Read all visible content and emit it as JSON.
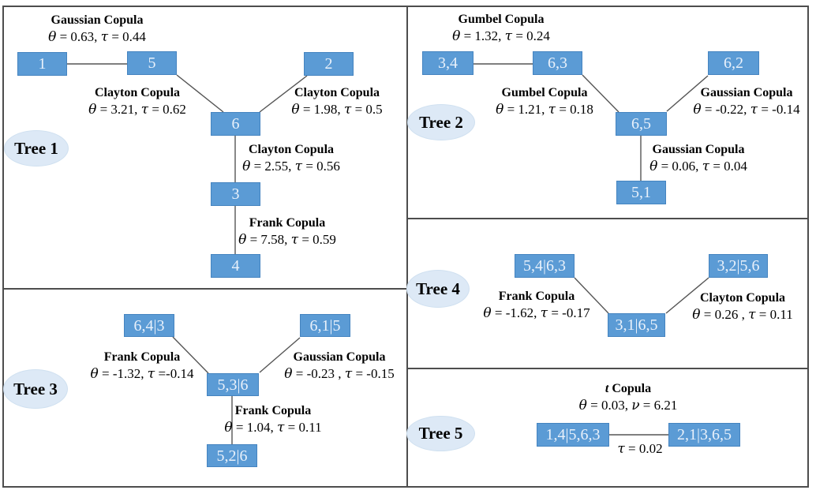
{
  "figure": {
    "kind": "vine-copula-tree-diagram"
  },
  "trees": [
    {
      "label": "Tree 1",
      "nodes": [
        "1",
        "5",
        "2",
        "6",
        "3",
        "4"
      ],
      "edges": [
        {
          "connects": "1-5",
          "name": "Gaussian Copula",
          "params": "θ = 0.63, τ = 0.44"
        },
        {
          "connects": "5-6",
          "name": "Clayton Copula",
          "params": "θ = 3.21, τ = 0.62"
        },
        {
          "connects": "2-6",
          "name": "Clayton Copula",
          "params": "θ = 1.98, τ = 0.5"
        },
        {
          "connects": "6-3",
          "name": "Clayton Copula",
          "params": "θ = 2.55, τ = 0.56"
        },
        {
          "connects": "3-4",
          "name": "Frank Copula",
          "params": "θ = 7.58, τ = 0.59"
        }
      ]
    },
    {
      "label": "Tree 2",
      "nodes": [
        "3,4",
        "6,3",
        "6,2",
        "6,5",
        "5,1"
      ],
      "edges": [
        {
          "connects": "3,4-6,3",
          "name": "Gumbel Copula",
          "params": "θ = 1.32, τ = 0.24"
        },
        {
          "connects": "6,3-6,5",
          "name": "Gumbel Copula",
          "params": "θ = 1.21, τ = 0.18"
        },
        {
          "connects": "6,2-6,5",
          "name": "Gaussian Copula",
          "params": "θ = -0.22, τ = -0.14"
        },
        {
          "connects": "6,5-5,1",
          "name": "Gaussian Copula",
          "params": "θ = 0.06, τ = 0.04"
        }
      ]
    },
    {
      "label": "Tree 3",
      "nodes": [
        "6,4|3",
        "6,1|5",
        "5,3|6",
        "5,2|6"
      ],
      "edges": [
        {
          "connects": "6,4|3-5,3|6",
          "name": "Frank Copula",
          "params": "θ = -1.32, τ =-0.14"
        },
        {
          "connects": "6,1|5-5,3|6",
          "name": "Gaussian Copula",
          "params": "θ = -0.23 , τ = -0.15"
        },
        {
          "connects": "5,3|6-5,2|6",
          "name": "Frank Copula",
          "params": "θ = 1.04, τ = 0.11"
        }
      ]
    },
    {
      "label": "Tree 4",
      "nodes": [
        "5,4|6,3",
        "3,2|5,6",
        "3,1|6,5"
      ],
      "edges": [
        {
          "connects": "5,4|6,3-3,1|6,5",
          "name": "Frank Copula",
          "params": "θ = -1.62, τ = -0.17"
        },
        {
          "connects": "3,2|5,6-3,1|6,5",
          "name": "Clayton Copula",
          "params": "θ = 0.26 , τ = 0.11"
        }
      ]
    },
    {
      "label": "Tree 5",
      "nodes": [
        "1,4|5,6,3",
        "2,1|3,6,5"
      ],
      "edges": [
        {
          "connects": "1,4|5,6,3-2,1|3,6,5",
          "name_italic": "t",
          "name_rest": "Copula",
          "params": "θ = 0.03, ν = 6.21",
          "tau_below": "τ = 0.02"
        }
      ]
    }
  ],
  "colors": {
    "node_fill": "#5b9bd5",
    "node_border": "#4584c0",
    "node_text": "#e9f1fb",
    "ellipse_fill": "#dde9f6",
    "line": "#4d4d4d",
    "text": "#000000",
    "background": "#ffffff"
  }
}
